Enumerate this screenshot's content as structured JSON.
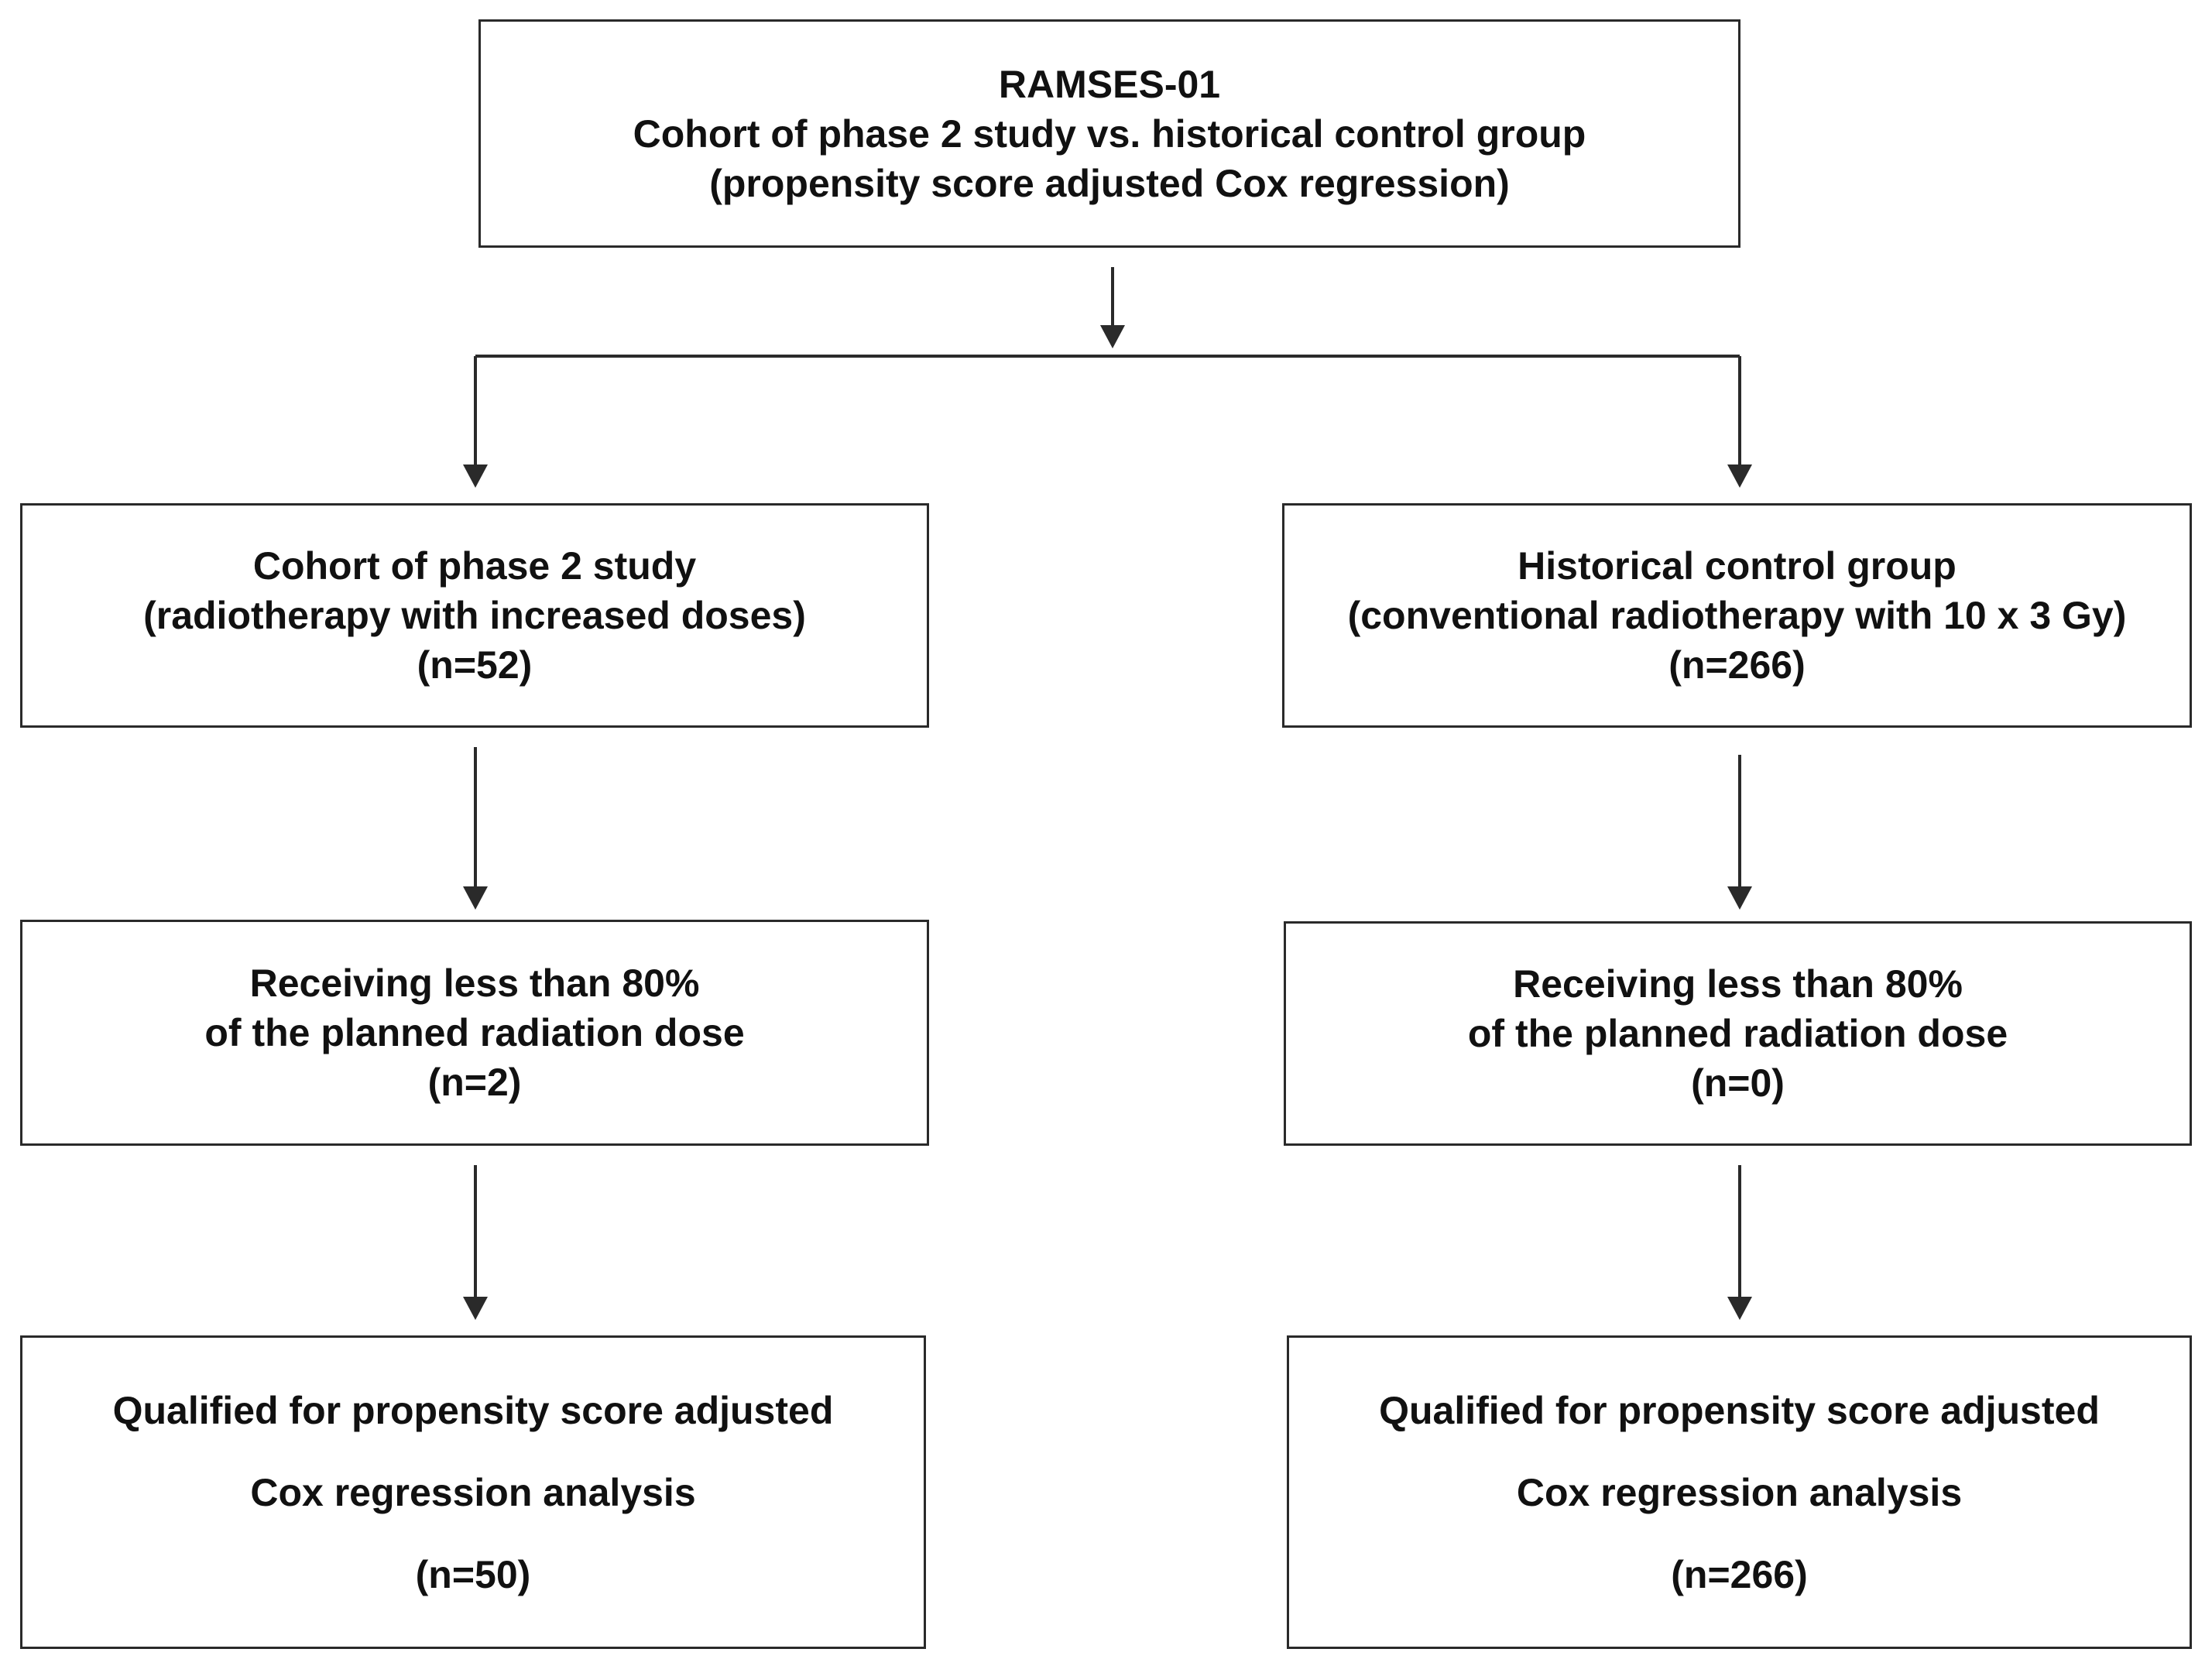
{
  "top": {
    "lines": [
      "RAMSES-01",
      "Cohort of phase 2 study vs. historical control group",
      "(propensity score adjusted Cox regression)"
    ]
  },
  "left": {
    "cohort": {
      "lines": [
        "Cohort of phase 2 study",
        "(radiotherapy with increased doses)",
        "(n=52)"
      ]
    },
    "excluded": {
      "lines": [
        "Receiving less than 80%",
        "of the planned radiation dose",
        "(n=2)"
      ]
    },
    "qualified": {
      "lines": [
        "Qualified for propensity score adjusted",
        "Cox regression analysis",
        "(n=50)"
      ]
    }
  },
  "right": {
    "cohort": {
      "lines": [
        "Historical control group",
        "(conventional radiotherapy with 10 x 3 Gy)",
        "(n=266)"
      ]
    },
    "excluded": {
      "lines": [
        "Receiving less than 80%",
        "of the planned radiation dose",
        "(n=0)"
      ]
    },
    "qualified": {
      "lines": [
        "Qualified for propensity score adjusted",
        "Cox regression analysis",
        "(n=266)"
      ]
    }
  },
  "colors": {
    "stroke": "#2a2a2a",
    "text": "#111111",
    "background": "#ffffff"
  }
}
